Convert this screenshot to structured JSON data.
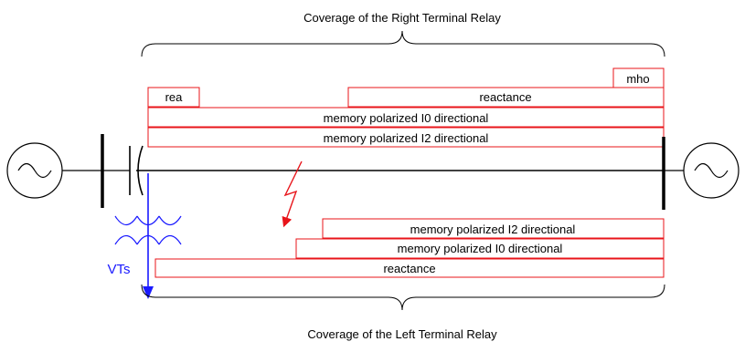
{
  "captions": {
    "top": "Coverage of the Right Terminal Relay",
    "bottom": "Coverage of the Left Terminal Relay"
  },
  "right_terminal_zones": {
    "mho": "mho",
    "rea": "rea",
    "reactance": "reactance",
    "i0": "memory polarized I0 directional",
    "i2": "memory polarized I2 directional"
  },
  "left_terminal_zones": {
    "i2": "memory polarized I2 directional",
    "i0": "memory polarized I0 directional",
    "reactance": "reactance"
  },
  "vt": {
    "label": "VTs"
  },
  "colors": {
    "zone_outline": "#e8141a",
    "fault": "#e8141a",
    "vt": "#1a1aff",
    "line": "#000000"
  }
}
